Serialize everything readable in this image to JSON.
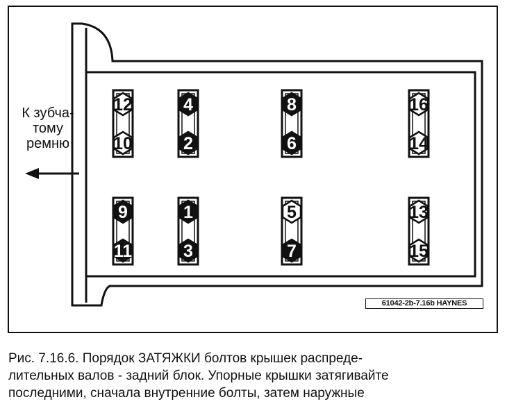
{
  "figure": {
    "arrow_label_lines": [
      "К зубча-",
      "тому",
      "ремню"
    ],
    "code": "61042-2b-7.16b HAYNES"
  },
  "bolts": [
    {
      "caps": [
        {
          "top": "12",
          "top_style": "outline",
          "bottom": "10",
          "bottom_style": "outline"
        },
        {
          "top": "9",
          "top_style": "solid",
          "bottom": "11",
          "bottom_style": "solid"
        }
      ]
    },
    {
      "caps": [
        {
          "top": "4",
          "top_style": "solid",
          "bottom": "2",
          "bottom_style": "solid"
        },
        {
          "top": "1",
          "top_style": "solid",
          "bottom": "3",
          "bottom_style": "solid"
        }
      ]
    },
    {
      "caps": [
        {
          "top": "8",
          "top_style": "solid",
          "bottom": "6",
          "bottom_style": "solid"
        },
        {
          "top": "5",
          "top_style": "outline",
          "bottom": "7",
          "bottom_style": "solid"
        }
      ]
    },
    {
      "caps": [
        {
          "top": "16",
          "top_style": "outline",
          "bottom": "14",
          "bottom_style": "outline"
        },
        {
          "top": "13",
          "top_style": "outline",
          "bottom": "15",
          "bottom_style": "outline"
        }
      ]
    }
  ],
  "caption_lines": [
    "Рис. 7.16.6. Порядок ЗАТЯЖКИ болтов крышек распреде-",
    "лительных валов - задний блок. Упорные крышки затягивайте",
    "последними, сначала внутренние болты, затем наружные"
  ],
  "colors": {
    "ink": "#111111",
    "paper": "#ffffff"
  }
}
